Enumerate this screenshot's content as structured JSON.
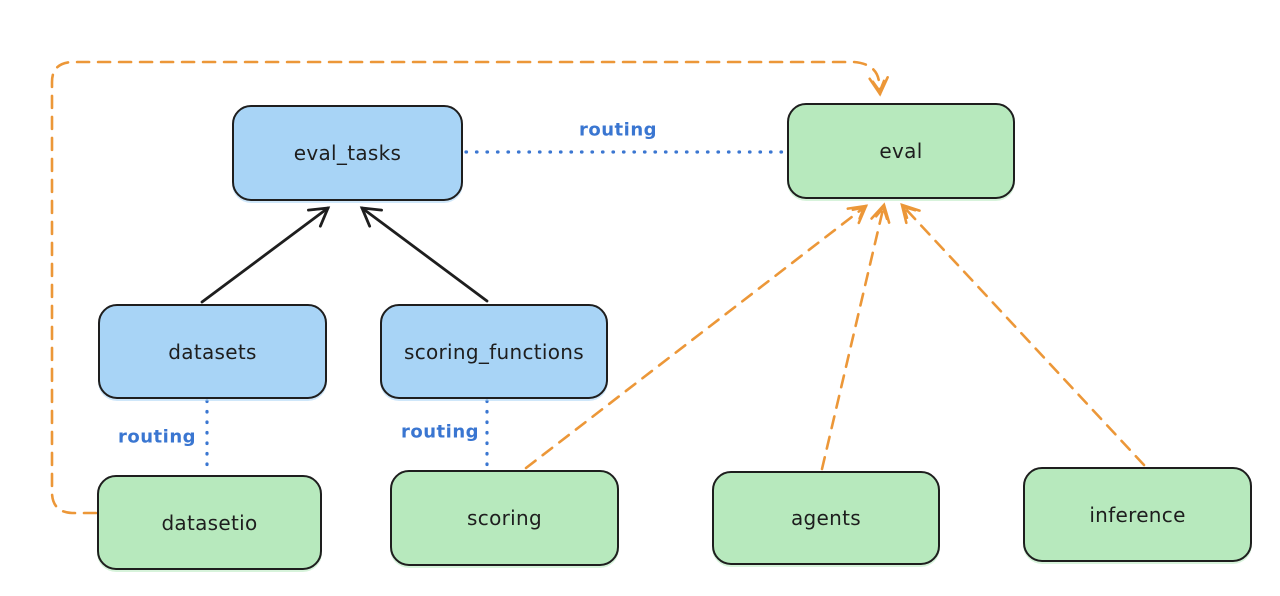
{
  "diagram": {
    "description": "Hand-drawn style architecture diagram showing eval routing between registries and API providers",
    "colors": {
      "background": "#ffffff",
      "registry_fill": "#a8d4f6",
      "api_fill": "#b7e9bd",
      "outline": "#1e1e1e",
      "routing_blue": "#3a76d1",
      "dependency_orange": "#ec9738"
    },
    "nodes": [
      {
        "id": "eval_tasks",
        "label": "eval_tasks",
        "fill": "blue"
      },
      {
        "id": "eval",
        "label": "eval",
        "fill": "green"
      },
      {
        "id": "datasets",
        "label": "datasets",
        "fill": "blue"
      },
      {
        "id": "scoring_functions",
        "label": "scoring_functions",
        "fill": "blue"
      },
      {
        "id": "datasetio",
        "label": "datasetio",
        "fill": "green"
      },
      {
        "id": "scoring",
        "label": "scoring",
        "fill": "green"
      },
      {
        "id": "agents",
        "label": "agents",
        "fill": "green"
      },
      {
        "id": "inference",
        "label": "inference",
        "fill": "green"
      }
    ],
    "edges": [
      {
        "from": "datasets",
        "to": "eval_tasks",
        "style": "solid-black-arrow",
        "label": ""
      },
      {
        "from": "scoring_functions",
        "to": "eval_tasks",
        "style": "solid-black-arrow",
        "label": ""
      },
      {
        "from": "eval_tasks",
        "to": "eval",
        "style": "dotted-blue",
        "label": "routing"
      },
      {
        "from": "datasets",
        "to": "datasetio",
        "style": "dotted-blue",
        "label": "routing"
      },
      {
        "from": "scoring_functions",
        "to": "scoring",
        "style": "dotted-blue",
        "label": "routing"
      },
      {
        "from": "datasetio",
        "to": "eval",
        "style": "dashed-orange-arrow",
        "label": ""
      },
      {
        "from": "scoring",
        "to": "eval",
        "style": "dashed-orange-arrow",
        "label": ""
      },
      {
        "from": "agents",
        "to": "eval",
        "style": "dashed-orange-arrow",
        "label": ""
      },
      {
        "from": "inference",
        "to": "eval",
        "style": "dashed-orange-arrow",
        "label": ""
      }
    ]
  }
}
